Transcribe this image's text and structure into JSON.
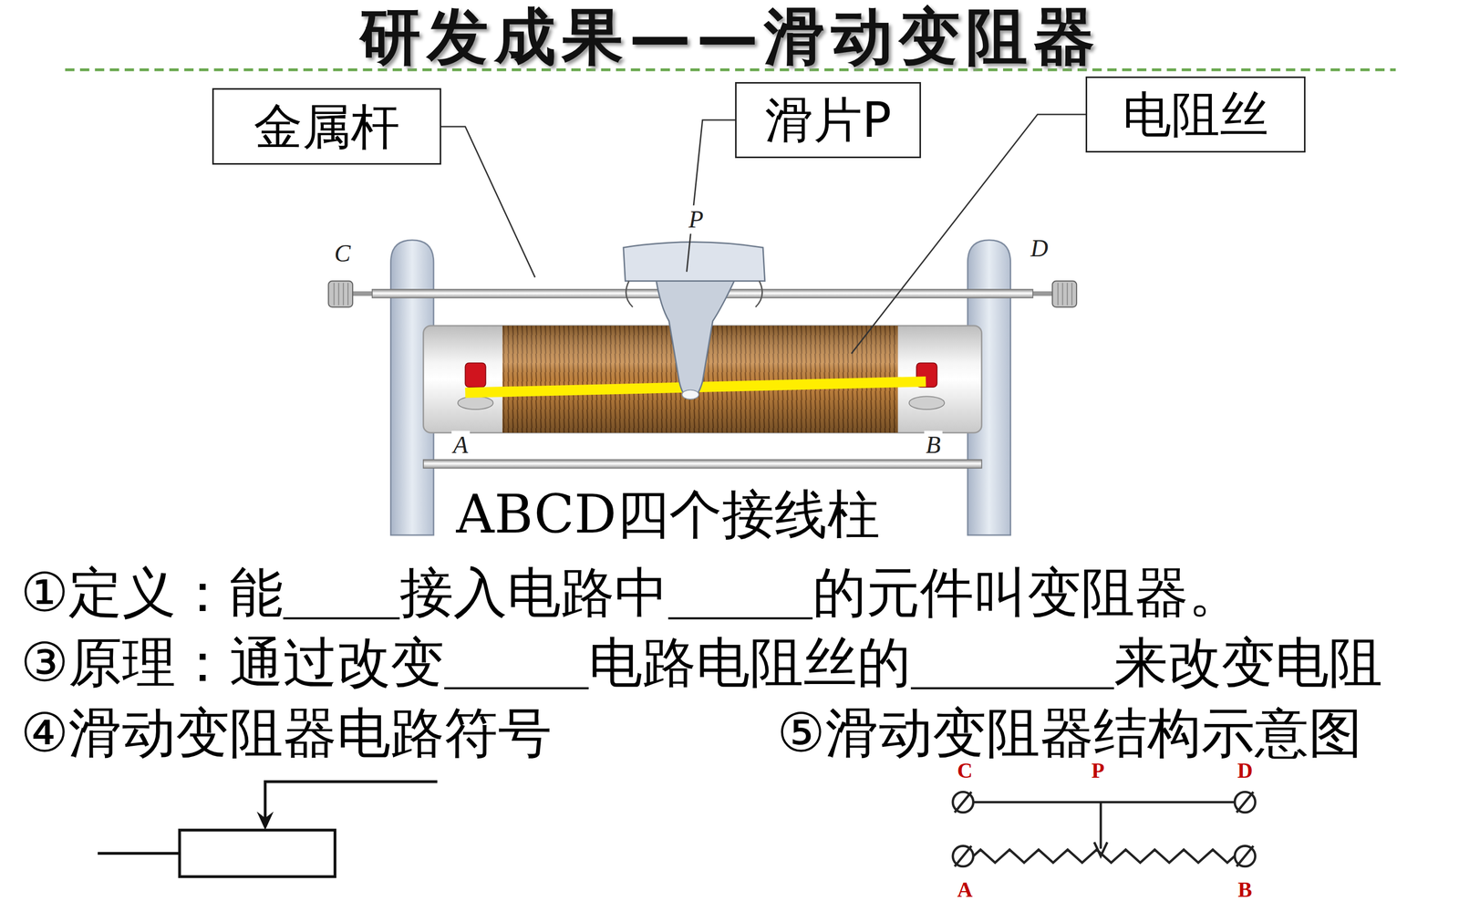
{
  "diagram": {
    "title": "研发成果——滑动变阻器",
    "nodes": [
      {
        "text": [
          "金属杆"
        ]
      },
      {
        "text": [
          "滑片P"
        ]
      },
      {
        "text": [
          "电阻丝"
        ]
      }
    ],
    "labels": [
      "P",
      "C",
      "D",
      "A",
      "B",
      "ABCD四个接线柱",
      "①定义：能",
      "接入电路中",
      "的元件叫变阻器。",
      "③原理：通过改变",
      "电路电阻丝的",
      "来改变电阻",
      "④滑动变阻器电路符号",
      "⑤滑动变阻器结构示意图",
      "C",
      "P",
      "D",
      "A",
      "B"
    ]
  }
}
